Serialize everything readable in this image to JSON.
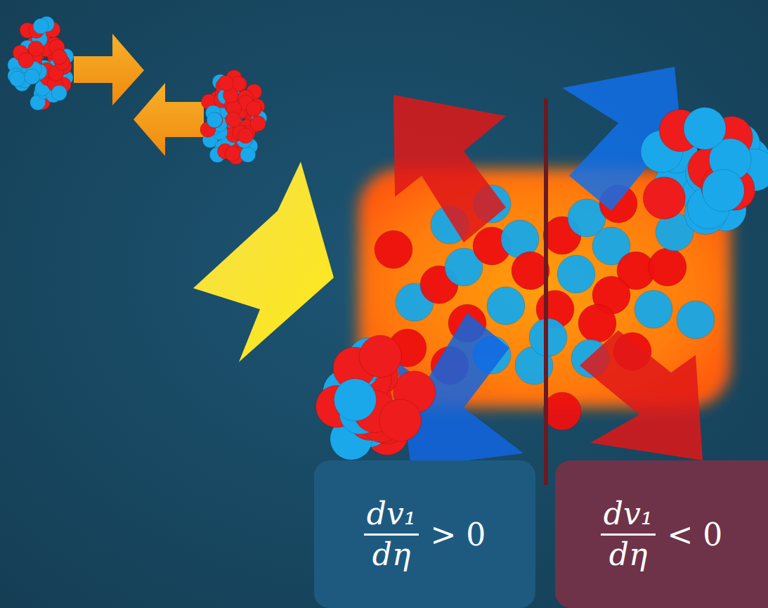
{
  "diagram": {
    "nodes": [
      {
        "text": [
          "dv₁",
          "dη",
          "> 0"
        ]
      },
      {
        "text": [
          "dv₁",
          "dη",
          "< 0"
        ]
      }
    ]
  }
}
